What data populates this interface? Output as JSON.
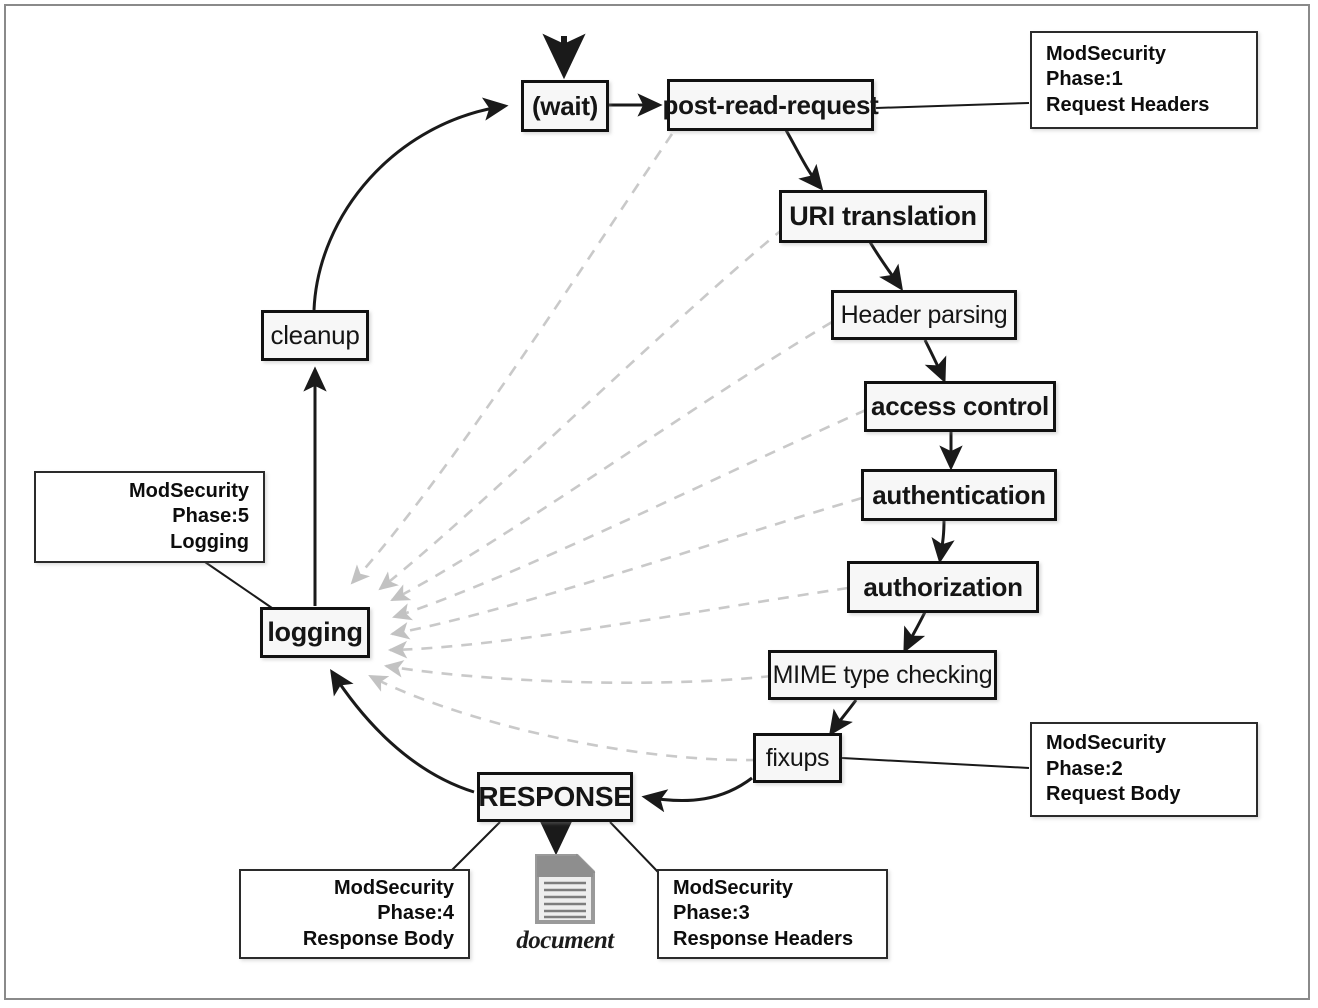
{
  "diagram": {
    "title": "Apache request processing phases with ModSecurity phases",
    "frame_color": "#8a8a8a",
    "node_fill": "#f7f7f7",
    "node_stroke": "#111111",
    "solid_arrow_color": "#1a1a1a",
    "dashed_arrow_color": "#c9c9c9"
  },
  "nodes": {
    "wait": "(wait)",
    "post_read_request": "post-read-request",
    "uri_translation": "URI translation",
    "header_parsing": "Header parsing",
    "access_control": "access control",
    "authentication": "authentication",
    "authorization": "authorization",
    "mime_type_checking": "MIME type checking",
    "fixups": "fixups",
    "response": "RESPONSE",
    "logging": "logging",
    "cleanup": "cleanup"
  },
  "document": {
    "label": "document",
    "icon": "document-page-icon"
  },
  "callouts": [
    {
      "id": "phase-1",
      "line1": "ModSecurity Phase:1",
      "line2": "Request Headers",
      "align": "left",
      "target": "post-read-request"
    },
    {
      "id": "phase-2",
      "line1": "ModSecurity Phase:2",
      "line2": "Request Body",
      "align": "left",
      "target": "fixups"
    },
    {
      "id": "phase-3",
      "line1": "ModSecurity Phase:3",
      "line2": "Response Headers",
      "align": "left",
      "target": "RESPONSE"
    },
    {
      "id": "phase-4",
      "line1": "ModSecurity Phase:4",
      "line2": "Response Body",
      "align": "right",
      "target": "RESPONSE"
    },
    {
      "id": "phase-5",
      "line1": "ModSecurity Phase:5",
      "line2": "Logging",
      "align": "right",
      "target": "logging"
    }
  ],
  "edges": {
    "solid": [
      "entry -> (wait)",
      "cleanup -> (wait)",
      "(wait) -> post-read-request",
      "post-read-request -> URI translation",
      "URI translation -> Header parsing",
      "Header parsing -> access control",
      "access control -> authentication",
      "authentication -> authorization",
      "authorization -> MIME type checking",
      "MIME type checking -> fixups",
      "fixups -> RESPONSE",
      "RESPONSE -> document",
      "RESPONSE -> logging",
      "logging -> cleanup"
    ],
    "dashed_to_logging": [
      "post-read-request",
      "URI translation",
      "Header parsing",
      "access control",
      "authentication",
      "authorization",
      "MIME type checking",
      "fixups"
    ]
  }
}
